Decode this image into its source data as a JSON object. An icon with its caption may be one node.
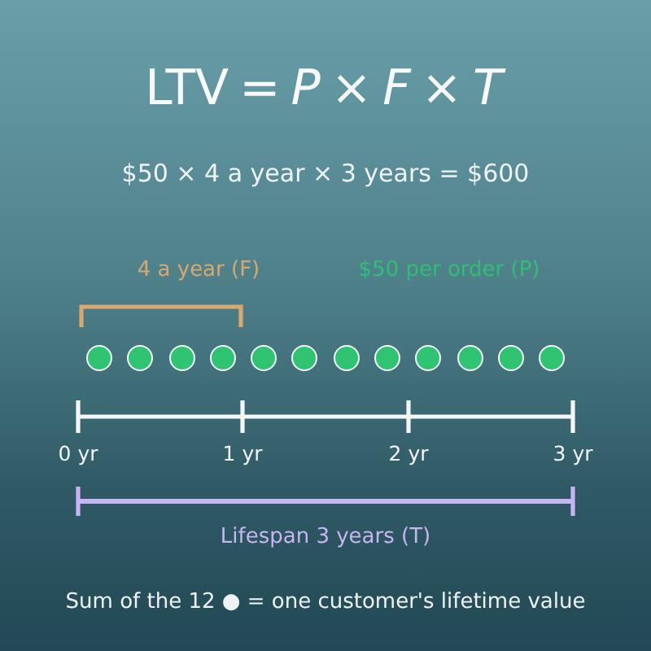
{
  "diagram": {
    "title": "LTV = *P* × *F* × *T*",
    "nodes": [
      {
        "text": [],
        "shape": "circle"
      },
      {
        "text": [],
        "shape": "circle"
      },
      {
        "text": [],
        "shape": "circle"
      },
      {
        "text": [],
        "shape": "circle"
      },
      {
        "text": [],
        "shape": "circle"
      },
      {
        "text": [],
        "shape": "circle"
      },
      {
        "text": [],
        "shape": "circle"
      },
      {
        "text": [],
        "shape": "circle"
      },
      {
        "text": [],
        "shape": "circle"
      },
      {
        "text": [],
        "shape": "circle"
      },
      {
        "text": [],
        "shape": "circle"
      },
      {
        "text": [],
        "shape": "circle"
      }
    ],
    "labels": [
      "$50 × 4 a year × 3 years = $600",
      "4 a year (F)",
      "$50 per order (P)",
      "0 yr",
      "1 yr",
      "2 yr",
      "3 yr",
      "Lifespan 3 years (T)",
      "Sum of the 12 ● = one customer's lifetime value"
    ]
  }
}
